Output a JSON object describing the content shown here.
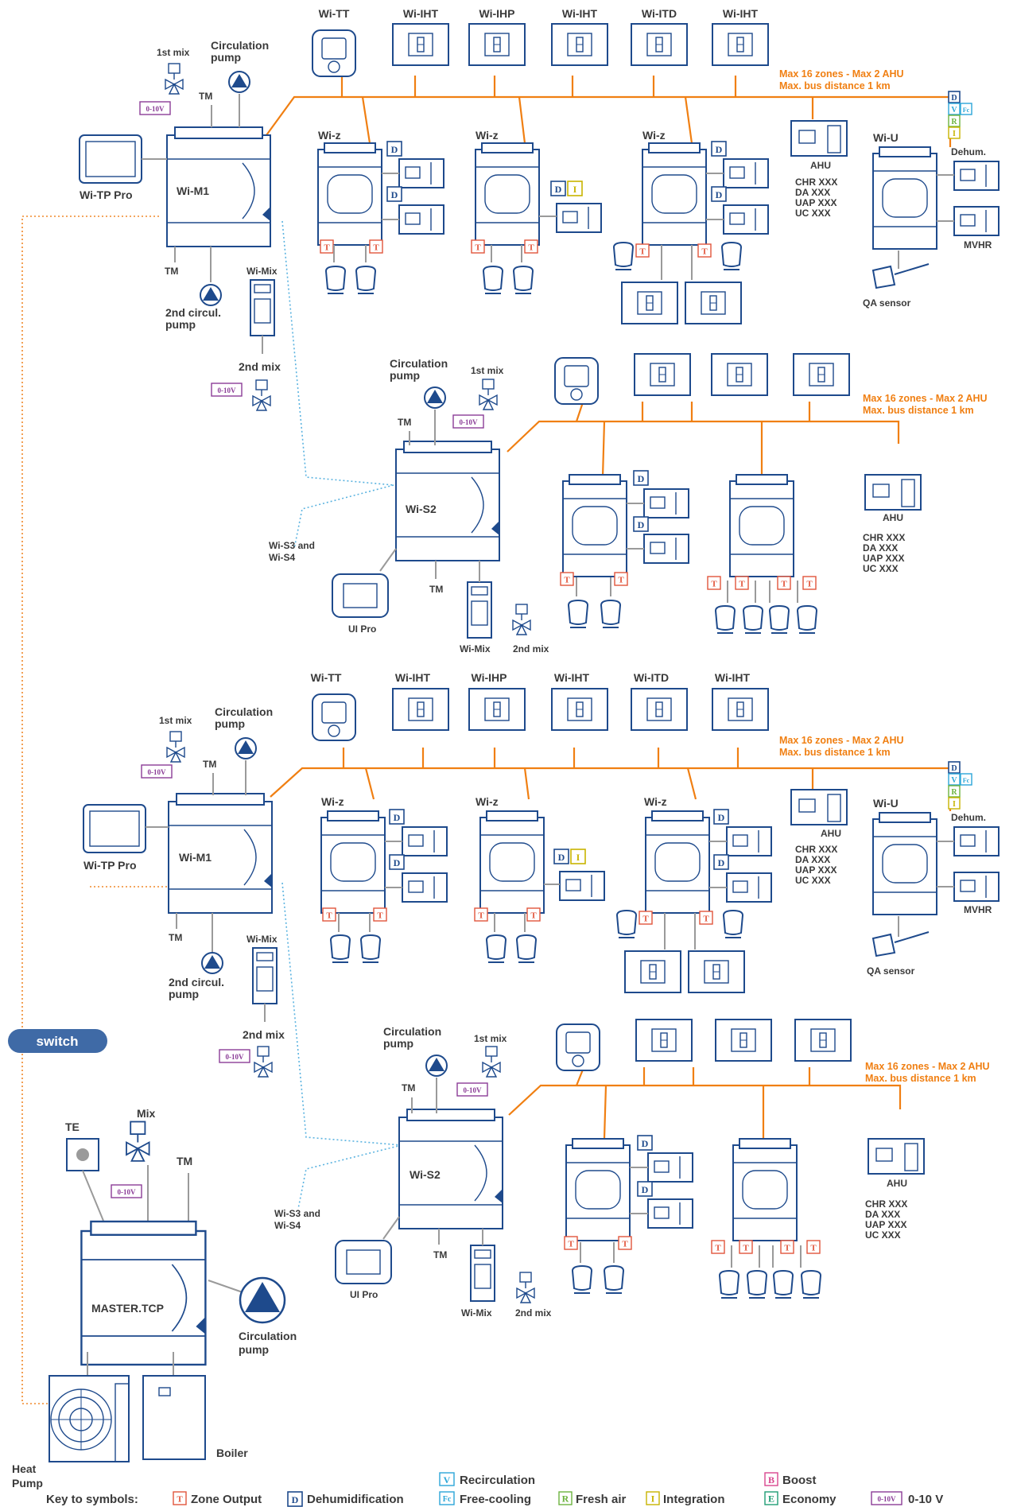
{
  "top_thermostats": [
    "Wi-TT",
    "Wi-IHT",
    "Wi-IHP",
    "Wi-IHT",
    "Wi-ITD",
    "Wi-IHT"
  ],
  "bus_note": {
    "line1": "Max 16 zones - Max 2 AHU",
    "line2": "Max. bus distance 1 km"
  },
  "zone_module": "Wi-z",
  "master_module": "Wi-M1",
  "slave_module": "Wi-S2",
  "touch_panel": "Wi-TP Pro",
  "ui_pro": "UI Pro",
  "wi_u": "Wi-U",
  "ahu": "AHU",
  "ahu_codes": [
    "CHR XXX",
    "DA XXX",
    "UAP XXX",
    "UC XXX"
  ],
  "dehum": "Dehum.",
  "mvhr": "MVHR",
  "qa_sensor": "QA sensor",
  "tm": "TM",
  "first_mix": "1st mix",
  "second_mix": "2nd mix",
  "circulation_pump": [
    "Circulation",
    "pump"
  ],
  "second_circ_pump": [
    "2nd circul.",
    "pump"
  ],
  "wi_mix": "Wi-Mix",
  "wi_s3_s4": [
    "Wi-S3 and",
    "Wi-S4"
  ],
  "switch": "switch",
  "te": "TE",
  "mix": "Mix",
  "master_tcp": "MASTER.TCP",
  "heat_pump": [
    "Heat",
    "Pump"
  ],
  "boiler": "Boiler",
  "badges": {
    "T": "T",
    "D": "D",
    "V": "V",
    "Fc": "Fc",
    "R": "R",
    "I": "I",
    "B": "B",
    "E": "E",
    "v010": "0-10V"
  },
  "key": {
    "title": "Key to symbols:",
    "zone_output": "Zone Output",
    "dehumidification": "Dehumidification",
    "recirculation": "Recirculation",
    "free_cooling": "Free-cooling",
    "fresh_air": "Fresh air",
    "integration": "Integration",
    "boost": "Boost",
    "economy": "Economy",
    "v010": "0-10 V"
  },
  "colors": {
    "device_blue": "#1e4a8c",
    "bus_orange": "#f07f12",
    "zone_output_red": "#e2553c",
    "signal_purple": "#8b3d97",
    "freecooling_cyan": "#2ba6d8",
    "freshair_green": "#6cb33f",
    "integration_yellow": "#c8b400",
    "boost_pink": "#d9468f",
    "economy_green": "#1f9c74",
    "switch_blue": "#3f6aa6"
  }
}
